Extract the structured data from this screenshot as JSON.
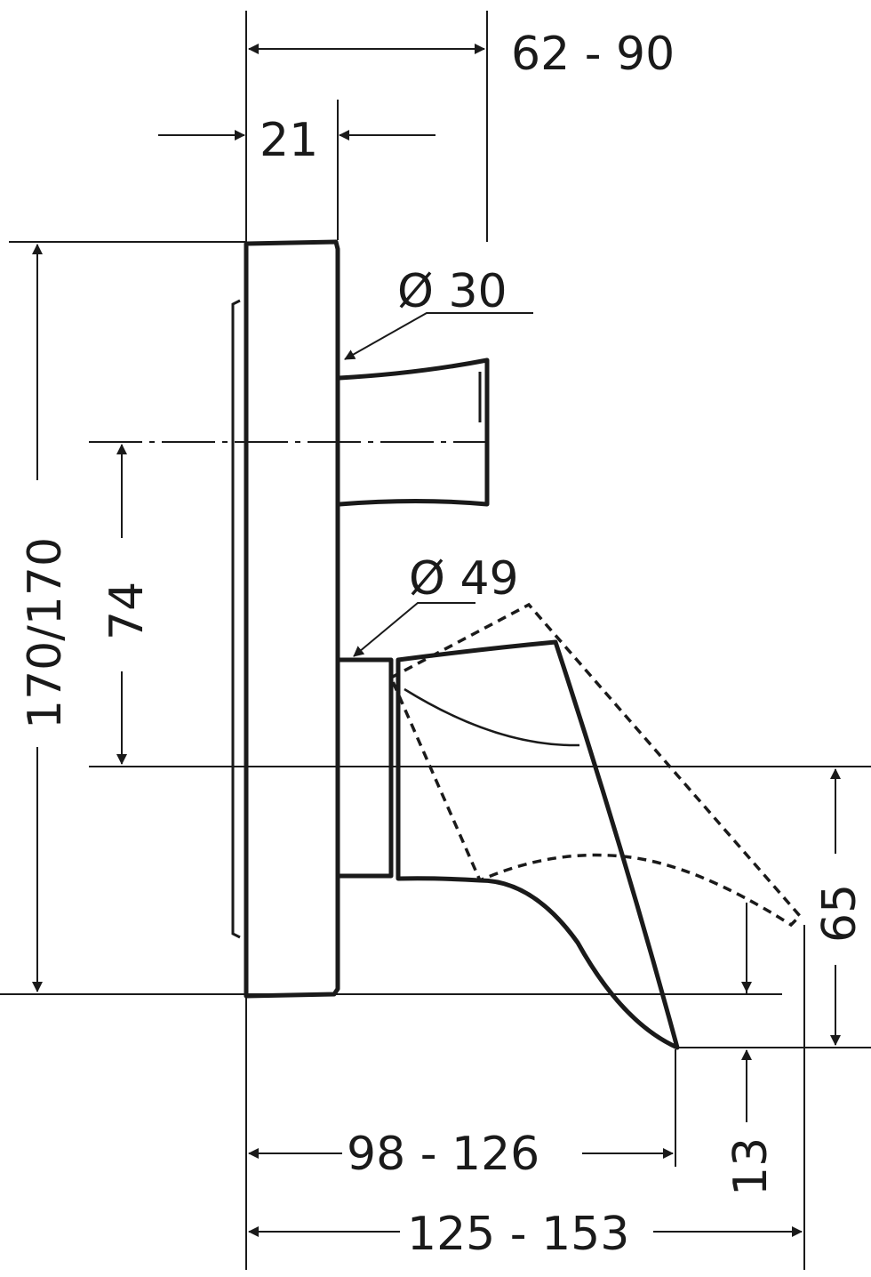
{
  "drawing": {
    "dimensions": {
      "projection_range": "62 - 90",
      "plate_depth": "21",
      "upper_handle_diameter": "Ø 30",
      "lower_handle_diameter": "Ø 49",
      "plate_height": "170/170",
      "handle_spacing": "74",
      "spout_height": "65",
      "spout_offset": "13",
      "spout_reach_inner": "98 - 126",
      "spout_reach_outer": "125 - 153"
    },
    "ink_color": "#1a1a1a"
  }
}
